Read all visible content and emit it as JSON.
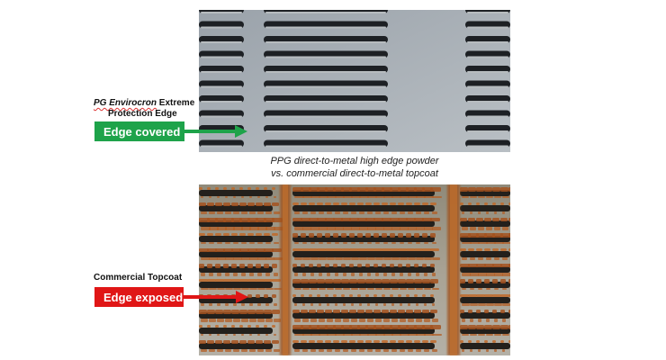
{
  "top_panel": {
    "label_brand": "PG Envirocron",
    "label_rest": " Extreme",
    "label_line2": "Protection Edge",
    "tag": "Edge covered",
    "tag_color": "#1ea34a"
  },
  "bottom_panel": {
    "label": "Commercial Topcoat",
    "tag": "Edge exposed",
    "tag_color": "#e01616"
  },
  "caption": {
    "line1": "PPG direct-to-metal high edge powder",
    "line2": "vs. commercial direct-to-metal topcoat"
  }
}
